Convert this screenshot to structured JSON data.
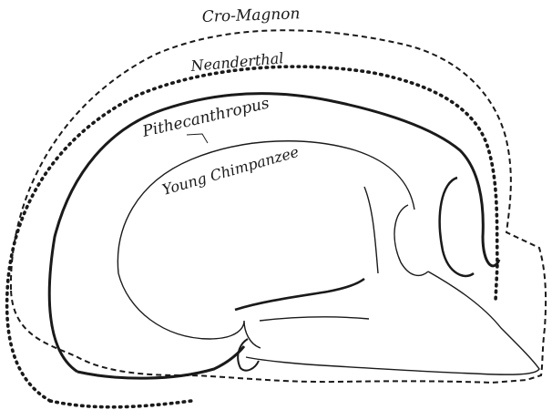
{
  "figure": {
    "labels": {
      "cro_magnon": "Cro-Magnon",
      "neanderthal": "Neanderthal",
      "pithecanthropus": "Pithecanthropus",
      "young_chimpanzee": "Young Chimpanzee"
    },
    "ink_color": "#1a1a1a",
    "background_color": "#ffffff"
  }
}
